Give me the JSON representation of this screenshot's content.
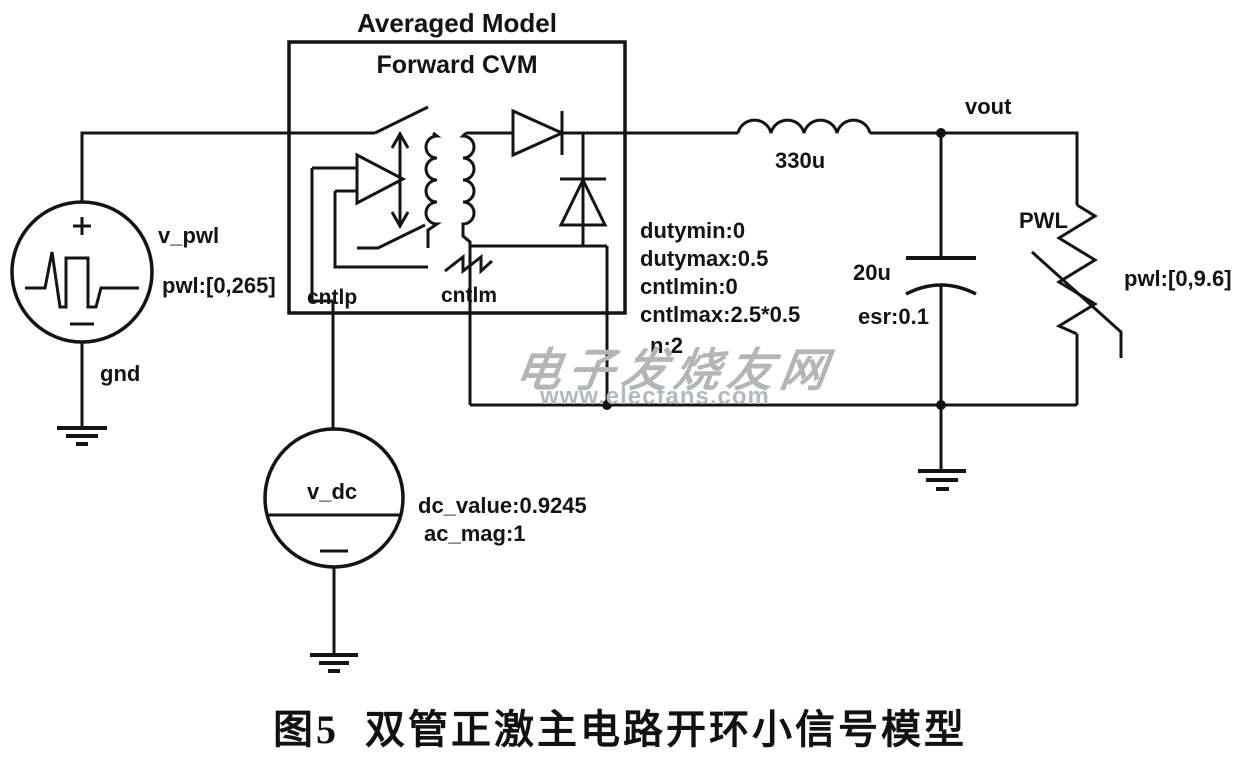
{
  "title": "Averaged Model",
  "box_label": "Forward CVM",
  "v_pwl": {
    "name": "v_pwl",
    "param": "pwl:[0,265]",
    "gnd": "gnd"
  },
  "v_dc": {
    "name": "v_dc",
    "dc": "dc_value:0.9245",
    "ac": "ac_mag:1"
  },
  "pins": {
    "cntlp": "cntlp",
    "cntlm": "cntlm"
  },
  "model_params": [
    "dutymin:0",
    "dutymax:0.5",
    "cntlmin:0",
    "cntlmax:2.5*0.5",
    "n:2"
  ],
  "inductor": {
    "value": "330u"
  },
  "capacitor": {
    "value": "20u",
    "esr": "esr:0.1"
  },
  "load": {
    "name": "PWL",
    "param": "pwl:[0,9.6]"
  },
  "net": {
    "vout": "vout"
  },
  "watermark": {
    "line1": "电子发烧友网",
    "line2": "www.elecfans.com"
  },
  "caption": {
    "figure": "图5",
    "text": "双管正激主电路开环小信号模型"
  },
  "colors": {
    "line": "#141414",
    "watermark": "#b5b5b5"
  }
}
